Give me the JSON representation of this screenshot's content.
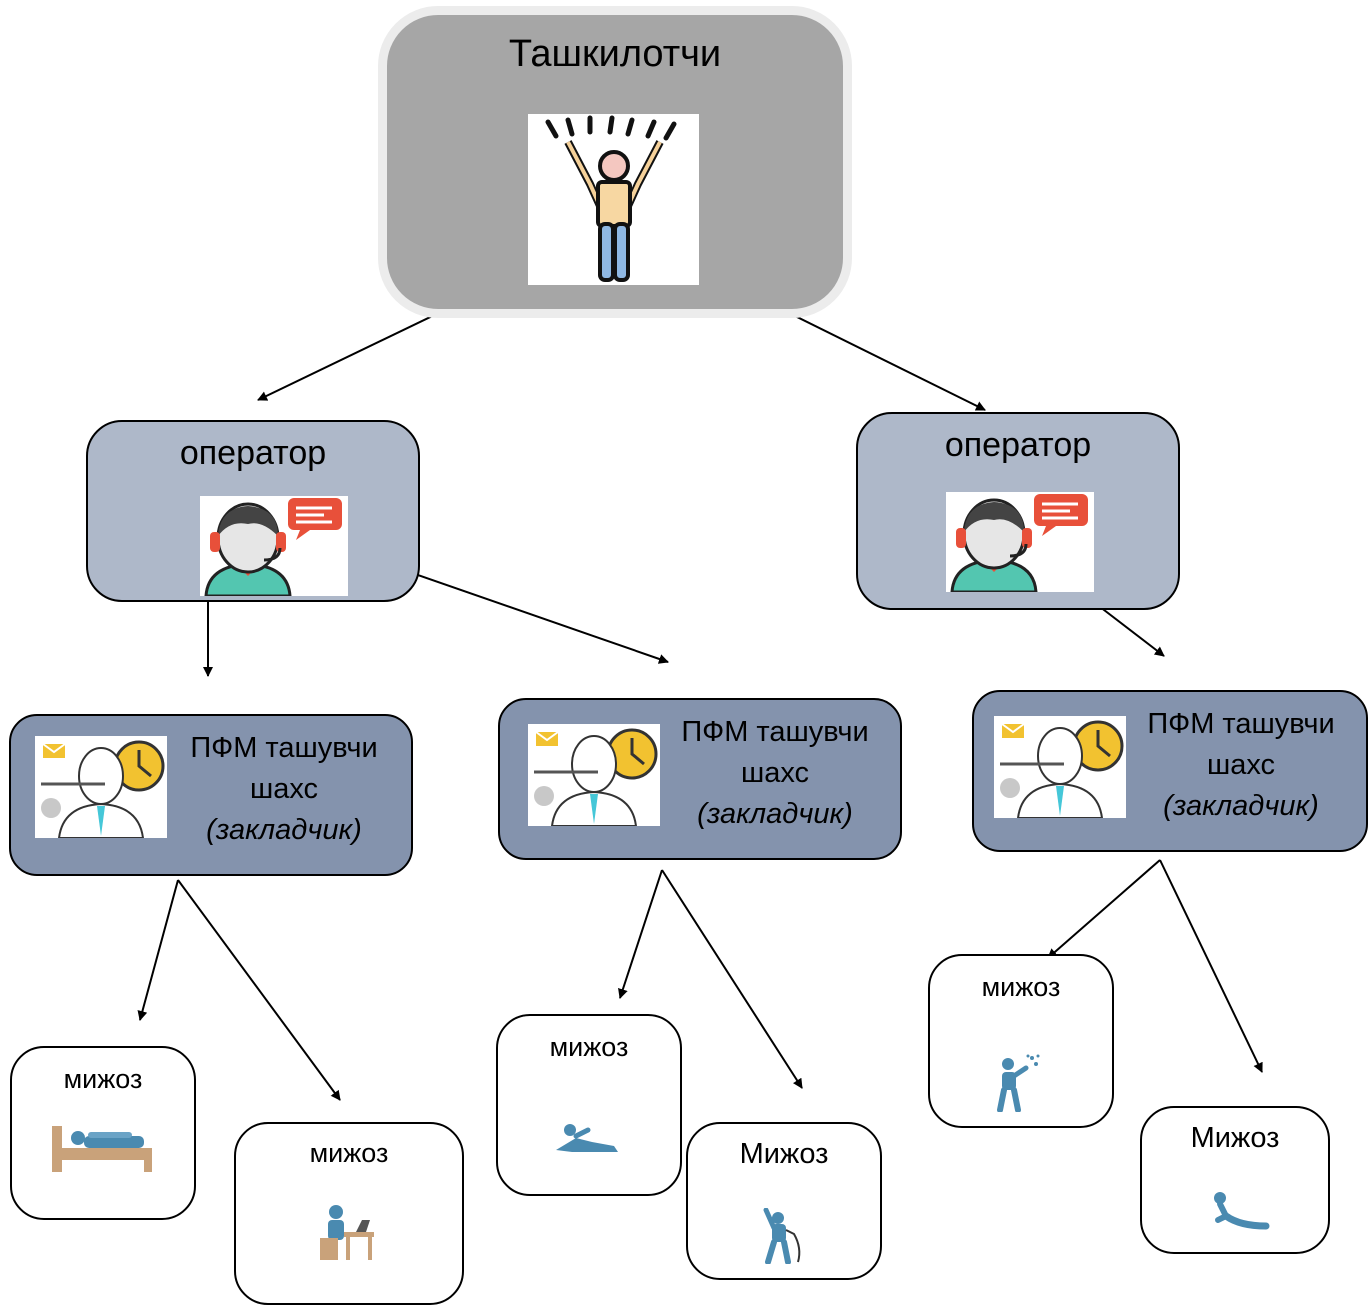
{
  "organizer": {
    "label": "Ташкилотчи",
    "icon": "person-arms-raised-icon"
  },
  "operators": [
    {
      "label": "оператор",
      "icon": "call-center-operator-icon"
    },
    {
      "label": "оператор",
      "icon": "call-center-operator-icon"
    }
  ],
  "couriers": [
    {
      "line1": "ПФМ ташувчи",
      "line2": "шахс",
      "line3": "(закладчик)",
      "icon": "office-worker-clock-icon"
    },
    {
      "line1": "ПФМ ташувчи",
      "line2": "шахс",
      "line3": "(закладчик)",
      "icon": "office-worker-clock-icon"
    },
    {
      "line1": "ПФМ ташувчи",
      "line2": "шахс",
      "line3": "(закладчик)",
      "icon": "office-worker-clock-icon"
    }
  ],
  "clients": [
    {
      "label": "мижоз",
      "icon": "person-lying-in-bed-icon"
    },
    {
      "label": "мижоз",
      "icon": "person-at-desk-laptop-icon"
    },
    {
      "label": "мижоз",
      "icon": "person-reclining-icon"
    },
    {
      "label": "Мижоз",
      "icon": "person-singing-microphone-icon"
    },
    {
      "label": "мижоз",
      "icon": "person-celebrating-confetti-icon"
    },
    {
      "label": "Мижоз",
      "icon": "person-lying-stretching-icon"
    }
  ],
  "colors": {
    "organizer_fill": "#a6a6a6",
    "operator_fill": "#aeb8c9",
    "courier_fill": "#8493ad",
    "client_fill": "#ffffff",
    "icon_figure": "#4a8ab0"
  }
}
